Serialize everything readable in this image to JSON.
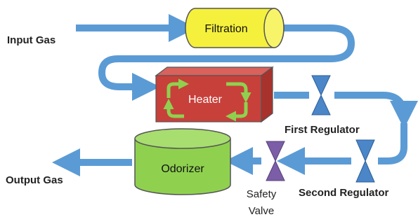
{
  "labels": {
    "input_gas": "Input Gas",
    "filtration": "Filtration",
    "heater": "Heater",
    "first_regulator": "First Regulator",
    "odorizer": "Odorizer",
    "output_gas": "Output Gas",
    "safety_valve_line1": "Safety",
    "safety_valve_line2": "Valve",
    "second_regulator": "Second Regulator"
  },
  "colors": {
    "pipe": "#5b9bd5",
    "filtration": "#f5f03c",
    "heater": "#c8403a",
    "heater_arrows": "#8fd14f",
    "odorizer": "#8fd14f",
    "regulator_valve": "#4a86c8",
    "safety_valve": "#7b5ea7"
  }
}
